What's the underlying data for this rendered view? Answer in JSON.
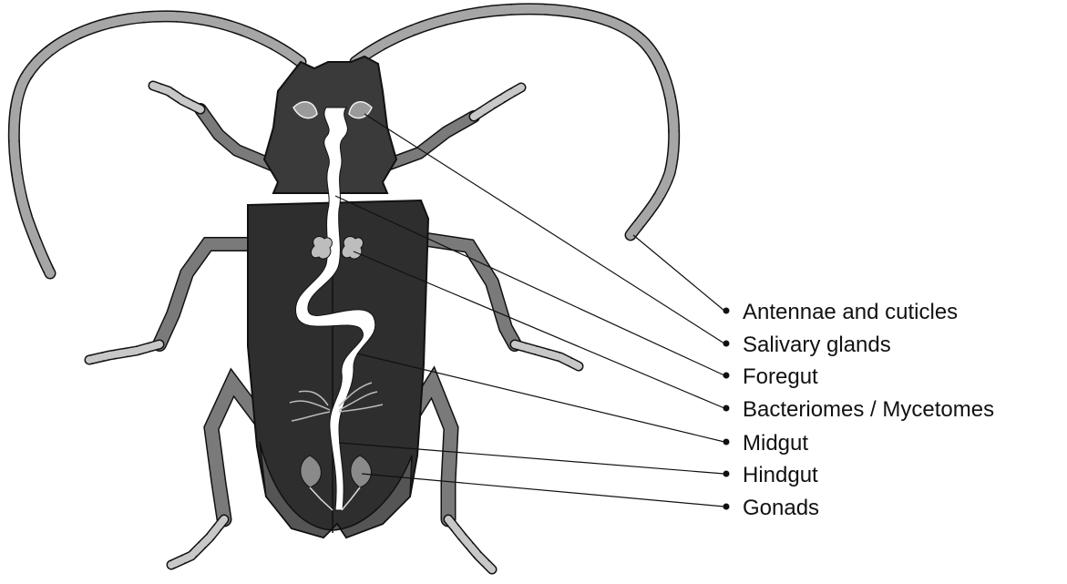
{
  "labels": [
    {
      "id": "antennae",
      "text": "Antennae and cuticles"
    },
    {
      "id": "salivary",
      "text": "Salivary glands"
    },
    {
      "id": "foregut",
      "text": "Foregut"
    },
    {
      "id": "bacteriomes",
      "text": "Bacteriomes / Mycetomes"
    },
    {
      "id": "midgut",
      "text": "Midgut"
    },
    {
      "id": "hindgut",
      "text": "Hindgut"
    },
    {
      "id": "gonads",
      "text": "Gonads"
    }
  ],
  "colors": {
    "body_dark": "#3a3a3a",
    "elytra": "#2e2e2e",
    "leg_mid": "#7a7a7a",
    "leg_light": "#a9a9a9",
    "antenna": "#a6a6a6",
    "tarsi": "#c8c8c8",
    "gut": "#ffffff",
    "outline": "#111111"
  }
}
